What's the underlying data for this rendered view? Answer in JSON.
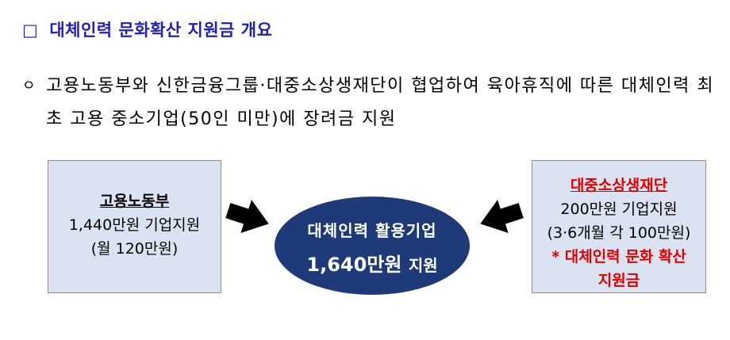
{
  "heading": {
    "box": "□",
    "title": "대체인력 문화확산 지원금 개요"
  },
  "bullet": {
    "marker": "ㅇ",
    "text": "고용노동부와 신한금융그룹·대중소상생재단이 협업하여 육아휴직에 따른 대체인력 최초 고용 중소기업(50인 미만)에 장려금 지원"
  },
  "left_box": {
    "title": "고용노동부",
    "line1": "1,440만원 기업지원",
    "line2": "(월 120만원)"
  },
  "center": {
    "line1": "대체인력 활용기업",
    "amount": "1,640만원",
    "suffix": "지원"
  },
  "right_box": {
    "title": "대중소상생재단",
    "line1": "200만원 기업지원",
    "line2": "(3·6개월 각 100만원)",
    "line3": "* 대체인력 문화 확산",
    "line4": "지원금"
  },
  "colors": {
    "heading": "#1f1fbf",
    "ellipse": "#1f3a78",
    "box_fill": "#dbe3f2",
    "red": "#e00000"
  }
}
